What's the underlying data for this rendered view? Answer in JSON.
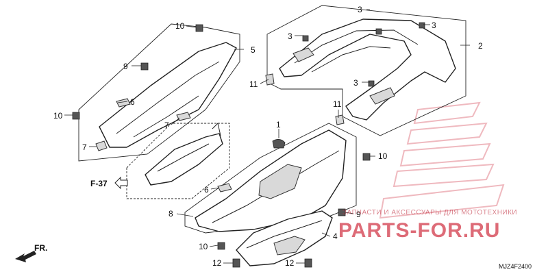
{
  "callouts": {
    "c1": "1",
    "c2": "2",
    "c3a": "3",
    "c3b": "3",
    "c3c": "3",
    "c3d": "3",
    "c4": "4",
    "c5": "5",
    "c6a": "6",
    "c6b": "6",
    "c7a": "7",
    "c7b": "7",
    "c8": "8",
    "c9a": "9",
    "c9b": "9",
    "c10a": "10",
    "c10b": "10",
    "c10c": "10",
    "c10d": "10",
    "c11a": "11",
    "c11b": "11",
    "c12a": "12",
    "c12b": "12"
  },
  "reference": "F-37",
  "front_label": "FR.",
  "diagram_code": "MJZ4F2400",
  "watermark": {
    "tagline": "ЗАПЧАСТИ И АКСЕССУАРЫ ДЛЯ МОТОТЕХНИКИ",
    "brand": "PARTS-FOR.RU"
  },
  "colors": {
    "line": "#222222",
    "watermark": "#d23a4a"
  }
}
